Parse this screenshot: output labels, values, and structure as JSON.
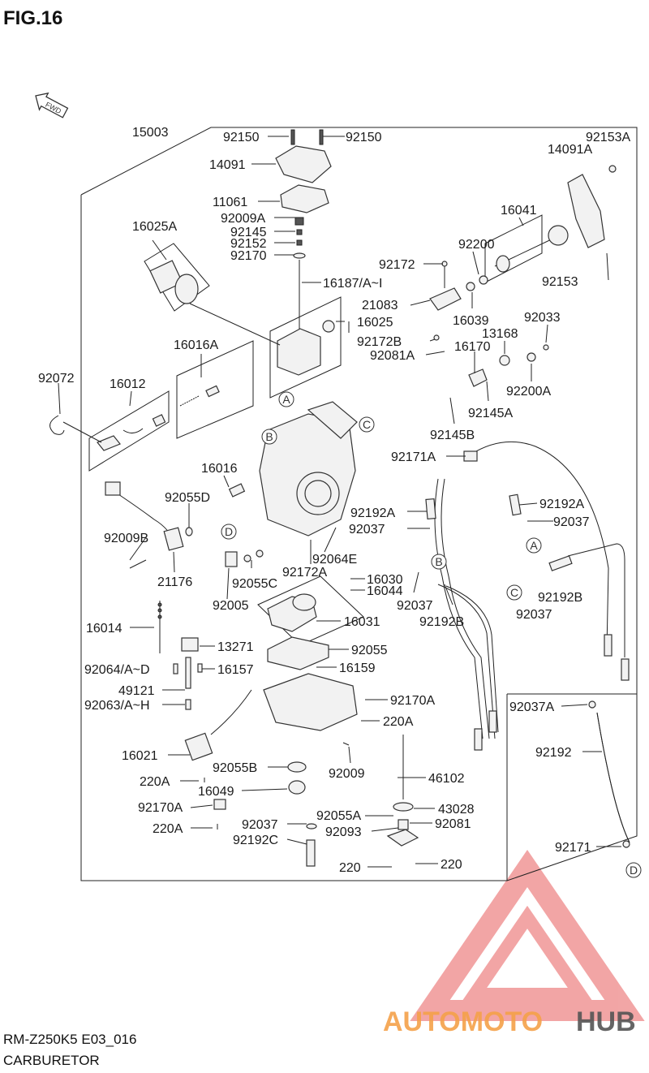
{
  "figure_title": "FIG.16",
  "fwd_label": "FWD",
  "footer": {
    "model_code": "RM-Z250K5 E03_016",
    "section": "CARBURETOR"
  },
  "watermark": {
    "part1": "AUTOMOTO",
    "part2": "HUB",
    "color1": "#f5a14a",
    "color2": "#555555",
    "logo_color": "#e85c5c"
  },
  "callouts": [
    "A",
    "B",
    "C",
    "D"
  ],
  "part_labels": [
    "15003",
    "92150",
    "92150",
    "92153A",
    "14091",
    "14091A",
    "11061",
    "92009A",
    "92145",
    "92152",
    "92170",
    "16025A",
    "16187/A~I",
    "16041",
    "92200",
    "92172",
    "92153",
    "21083",
    "16039",
    "16025",
    "92033",
    "92172B",
    "13168",
    "92081A",
    "16170",
    "92200A",
    "16016A",
    "92072",
    "16012",
    "92145A",
    "92145B",
    "92171A",
    "16016",
    "92055D",
    "92192A",
    "92192A",
    "92037",
    "92037",
    "92009B",
    "92064E",
    "21176",
    "92172A",
    "16030",
    "16044",
    "92055C",
    "92005",
    "92037",
    "92192B",
    "16014",
    "16031",
    "92192B",
    "92037",
    "13271",
    "92055",
    "92064/A~D",
    "16157",
    "16159",
    "49121",
    "92063/A~H",
    "92170A",
    "92037A",
    "220A",
    "16021",
    "92055B",
    "92009",
    "92192",
    "220A",
    "46102",
    "16049",
    "92170A",
    "43028",
    "92055A",
    "92037",
    "92081",
    "92093",
    "220A",
    "92192C",
    "92171",
    "220",
    "220"
  ]
}
